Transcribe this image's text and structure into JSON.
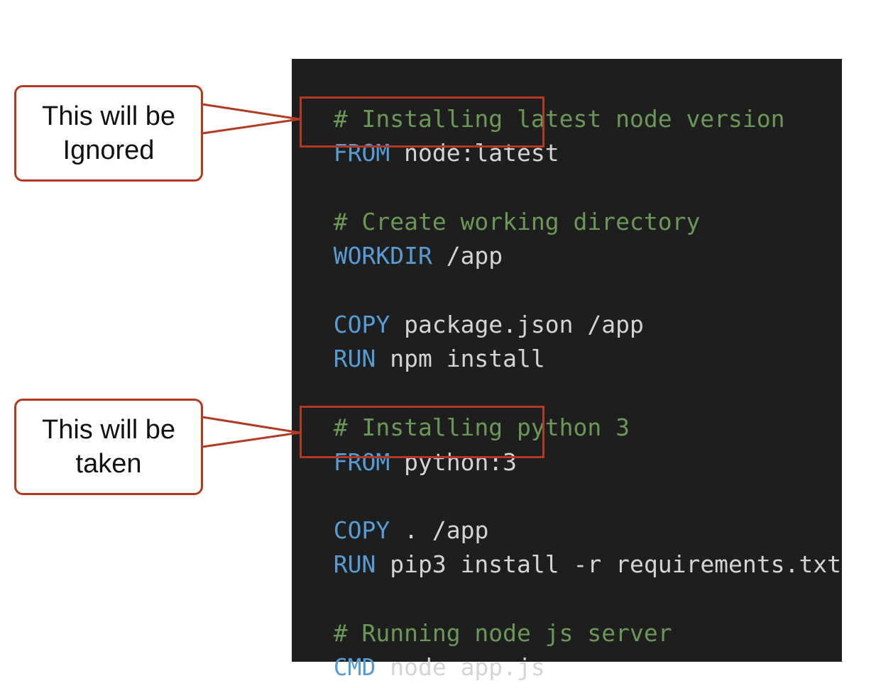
{
  "code": {
    "lines": [
      {
        "comment": "# Installing latest node version"
      },
      {
        "keyword": "FROM",
        "arg": " node:latest"
      },
      {
        "blank": ""
      },
      {
        "comment": "# Create working directory"
      },
      {
        "keyword": "WORKDIR",
        "arg": " /app"
      },
      {
        "blank": ""
      },
      {
        "keyword": "COPY",
        "arg": " package.json /app"
      },
      {
        "keyword": "RUN",
        "arg": " npm install"
      },
      {
        "blank": ""
      },
      {
        "comment": "# Installing python 3"
      },
      {
        "keyword": "FROM",
        "arg": " python:3"
      },
      {
        "blank": ""
      },
      {
        "keyword": "COPY",
        "arg": " . /app"
      },
      {
        "keyword": "RUN",
        "arg": " pip3 install -r requirements.txt"
      },
      {
        "blank": ""
      },
      {
        "comment": "# Running node js server"
      },
      {
        "keyword": "CMD",
        "arg": " node app.js"
      }
    ]
  },
  "callouts": {
    "ignored": {
      "line1": "This will be",
      "line2": "Ignored"
    },
    "taken": {
      "line1": "This will be",
      "line2": "taken"
    }
  },
  "colors": {
    "panel_background": "#1e1e1e",
    "comment": "#6a9955",
    "keyword": "#569cd6",
    "text": "#d4d4d4",
    "annotation_border": "#b33a22"
  }
}
